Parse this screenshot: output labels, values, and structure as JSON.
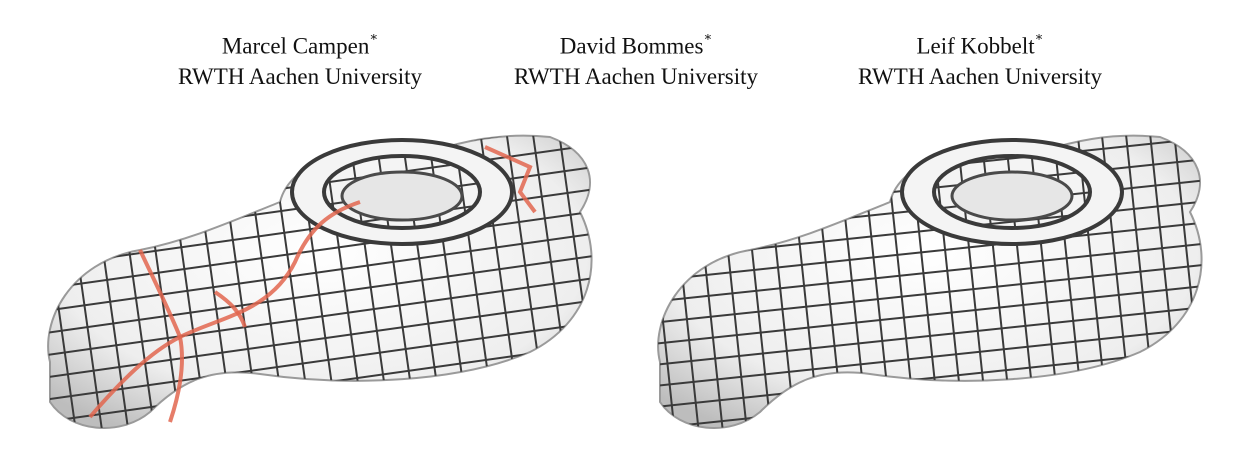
{
  "authors": [
    {
      "name": "Marcel Campen",
      "mark": "∗",
      "affiliation": "RWTH Aachen University"
    },
    {
      "name": "David Bommes",
      "mark": "∗",
      "affiliation": "RWTH Aachen University"
    },
    {
      "name": "Leif Kobbelt",
      "mark": "∗",
      "affiliation": "RWTH Aachen University"
    }
  ],
  "figures": {
    "left": {
      "has_highlight_curves": true,
      "highlight_color": "#e2664f"
    },
    "right": {
      "has_highlight_curves": false
    }
  },
  "colors": {
    "surface": "#f2f2f2",
    "grid_lines": "#3a3a3a",
    "shading": "#bdbdbd"
  }
}
